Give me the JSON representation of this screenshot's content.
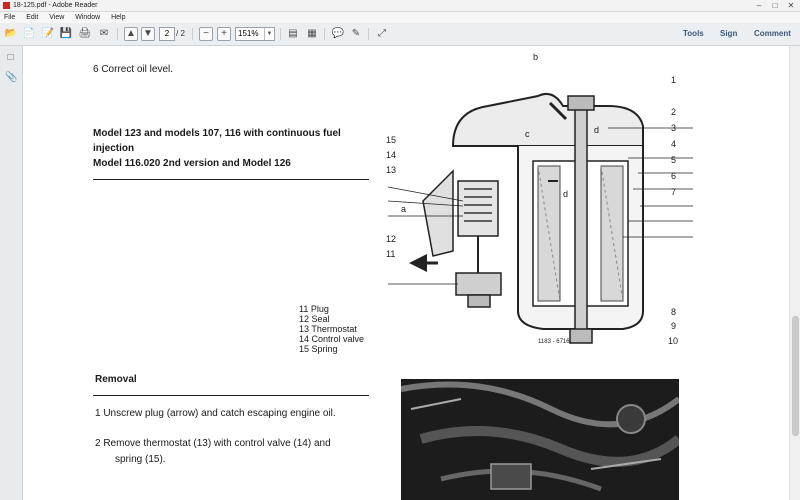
{
  "window": {
    "title": "18-125.pdf - Adobe Reader",
    "controls": [
      "–",
      "□",
      "✕"
    ]
  },
  "menu": [
    "File",
    "Edit",
    "View",
    "Window",
    "Help"
  ],
  "toolbar": {
    "page_current": "2",
    "page_total": "/ 2",
    "zoom": "151%",
    "tools_label": "Tools",
    "sign_label": "Sign",
    "comment_label": "Comment"
  },
  "doc": {
    "step6": "6   Correct oil level.",
    "model_heading1": "Model 123 and models 107, 116 with continuous fuel",
    "model_heading2": "injection",
    "model_heading3": "Model 116.020 2nd version and Model 126",
    "legend": [
      "11 Plug",
      "12 Seal",
      "13 Thermostat",
      "14 Control valve",
      "15 Spring"
    ],
    "removal_heading": "Removal",
    "step1": "1   Unscrew plug (arrow) and catch escaping engine oil.",
    "step2a": "2   Remove thermostat (13) with control valve (14) and",
    "step2b": "spring (15).",
    "figure_callouts_right": [
      "1",
      "2",
      "3",
      "4",
      "5",
      "6",
      "7",
      "8",
      "9",
      "10"
    ],
    "figure_callouts_left": [
      "15",
      "14",
      "13",
      "12",
      "11"
    ],
    "figure_letters": [
      "a",
      "b",
      "c",
      "d",
      "d"
    ],
    "figure_code": "1183 - 6716"
  }
}
